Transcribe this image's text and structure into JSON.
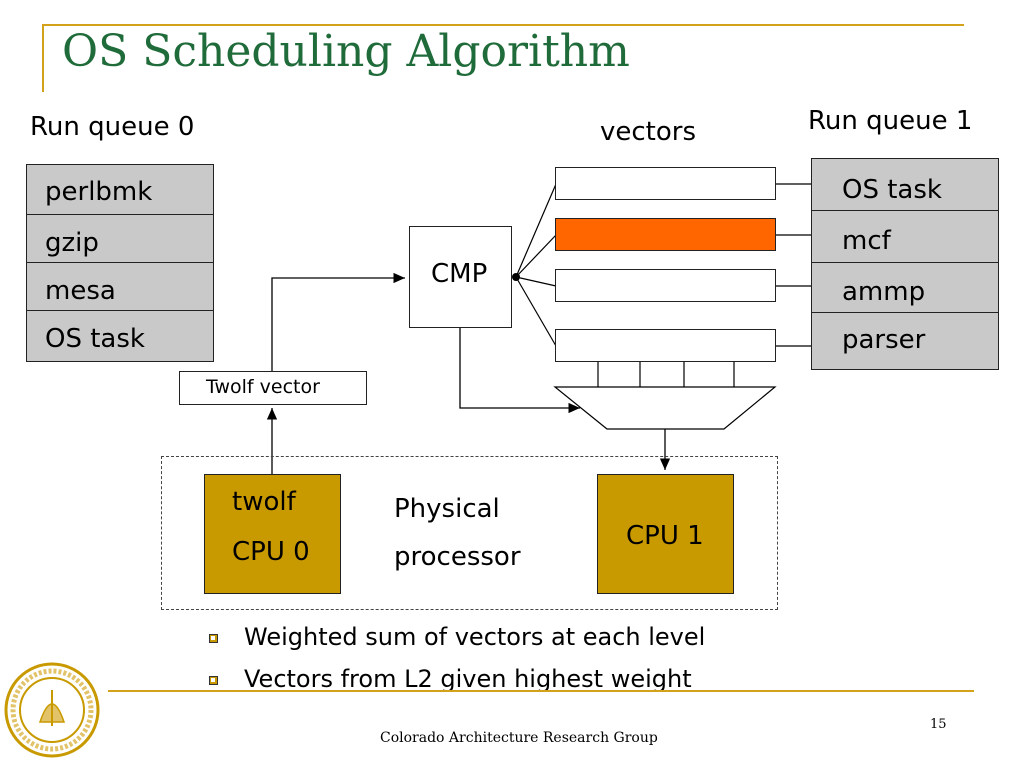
{
  "slide": {
    "title": "OS Scheduling Algorithm",
    "page_number": "15",
    "footer": "Colorado Architecture Research Group"
  },
  "run_queue_0": {
    "label": "Run queue 0",
    "items": [
      "perlbmk",
      "gzip",
      "mesa",
      "OS task"
    ]
  },
  "run_queue_1": {
    "label": "Run queue 1",
    "items": [
      "OS task",
      "mcf",
      "ammp",
      "parser"
    ]
  },
  "vectors": {
    "label": "vectors",
    "highlight_index": 1,
    "highlight_color": "#ff6600"
  },
  "cmp": {
    "label": "CMP"
  },
  "twolf_vector": {
    "label": "Twolf vector"
  },
  "cpu0": {
    "line1": "twolf",
    "line2": "CPU 0",
    "color": "#c99a00"
  },
  "cpu1": {
    "label": "CPU 1",
    "color": "#c99a00"
  },
  "physical_processor": {
    "line1": "Physical",
    "line2": "processor"
  },
  "bullets": [
    "Weighted sum of vectors at each level",
    "Vectors from L2 given highest weight"
  ],
  "colors": {
    "title": "#1f6b3a",
    "accent_rule": "#d4a21a",
    "queue_fill": "#c9c9c9"
  }
}
